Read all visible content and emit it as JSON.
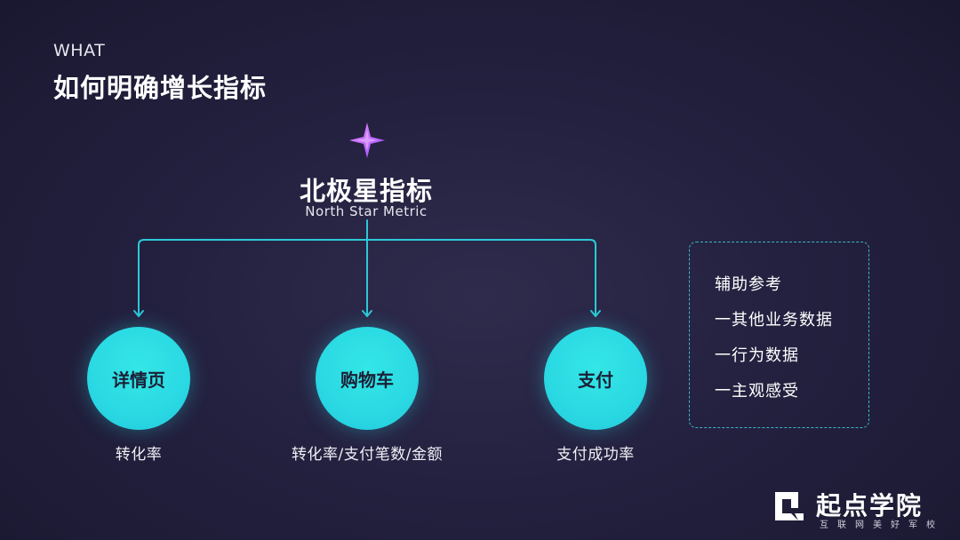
{
  "header": {
    "eyebrow": "WHAT",
    "title": "如何明确增长指标"
  },
  "north_star": {
    "title": "北极星指标",
    "subtitle": "North Star Metric",
    "icon": "sparkle-star-icon",
    "icon_color": "#c86cff"
  },
  "nodes": [
    {
      "label": "详情页",
      "caption": "转化率"
    },
    {
      "label": "购物车",
      "caption": "转化率/支付笔数/金额"
    },
    {
      "label": "支付",
      "caption": "支付成功率"
    }
  ],
  "aux": {
    "items": [
      "辅助参考",
      "一其他业务数据",
      "一行为数据",
      "一主观感受"
    ]
  },
  "brand": {
    "name": "起点学院",
    "tagline": "互联网美好军校",
    "accent": "#2ad9e3"
  }
}
